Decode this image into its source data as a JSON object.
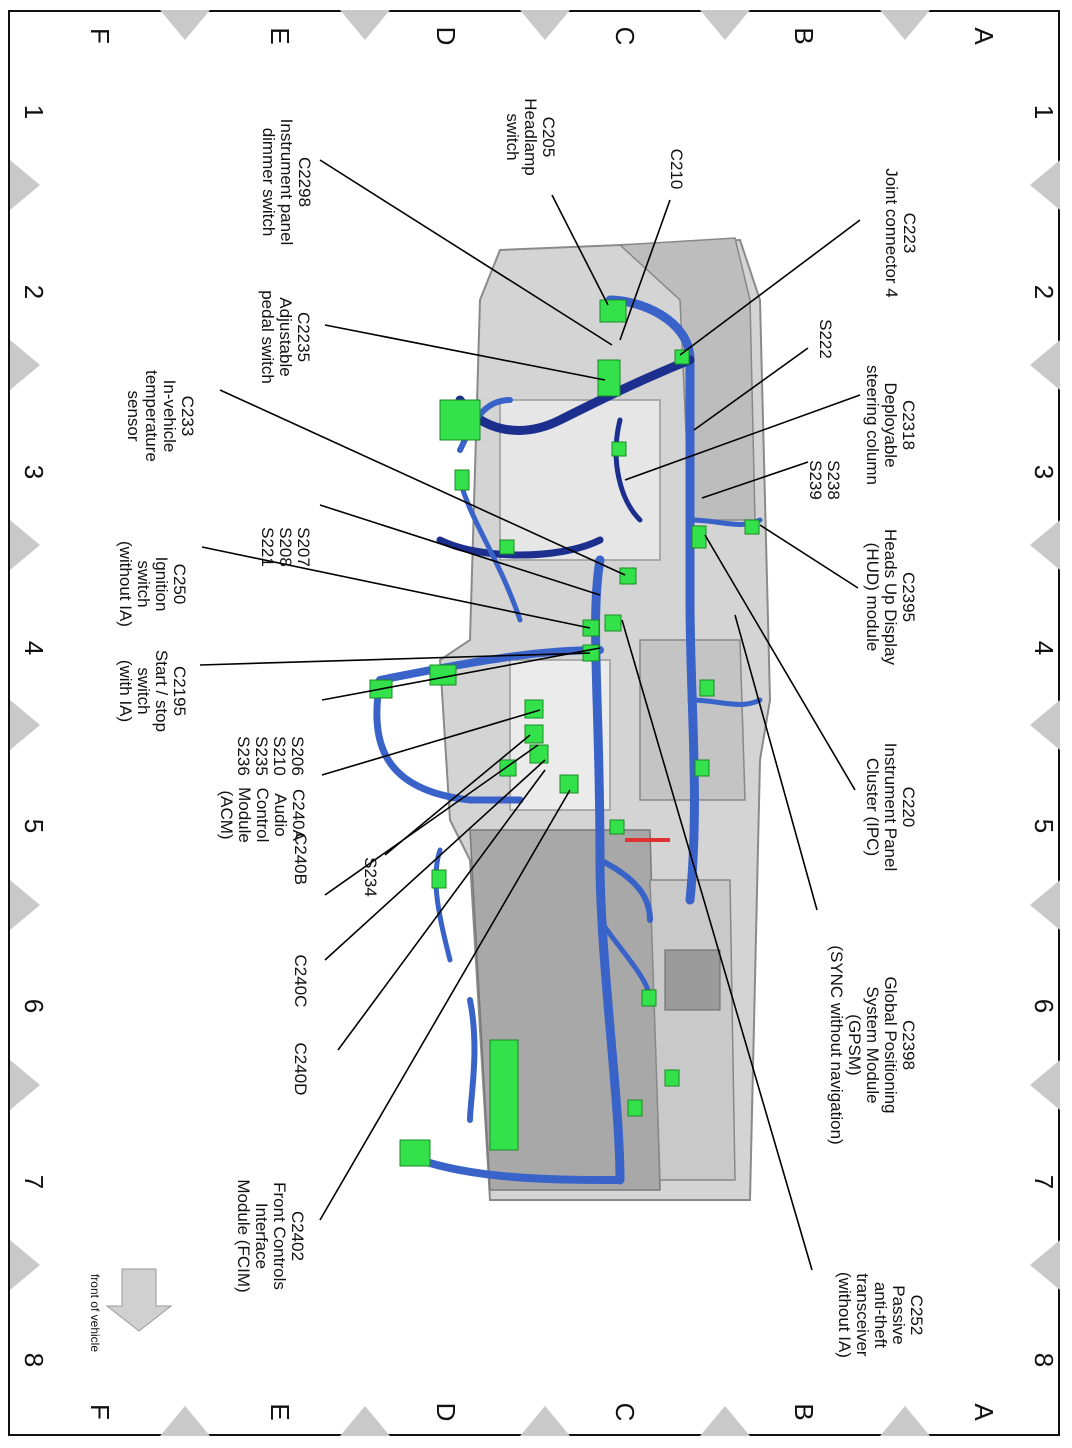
{
  "grid": {
    "rows": [
      "A",
      "B",
      "C",
      "D",
      "E",
      "F"
    ],
    "columns": [
      "1",
      "2",
      "3",
      "4",
      "5",
      "6",
      "7",
      "8"
    ]
  },
  "callouts": [
    {
      "id": "c223",
      "text": "C223\nJoint connector 4"
    },
    {
      "id": "c2318",
      "text": "C2318\nDeployable\nsteering column"
    },
    {
      "id": "s222",
      "text": "S222"
    },
    {
      "id": "s238",
      "text": "S238\nS239"
    },
    {
      "id": "c2395",
      "text": "C2395\nHeads Up Display\n(HUD) module"
    },
    {
      "id": "c220",
      "text": "C220\nInstrument Panel\nCluster (IPC)"
    },
    {
      "id": "c2398",
      "text": "C2398\nGlobal Positioning\nSystem Module\n(GPSM)\n(SYNC without navigation)"
    },
    {
      "id": "c252",
      "text": "C252\nPassive\nanti-theft\ntransceiver\n(without IA)"
    },
    {
      "id": "c205",
      "text": "C205\nHeadlamp\nswitch"
    },
    {
      "id": "c210",
      "text": "C210"
    },
    {
      "id": "c2298",
      "text": "C2298\nInstrument panel\ndimmer switch"
    },
    {
      "id": "c2235",
      "text": "C2235\nAdjustable\npedal switch"
    },
    {
      "id": "c233",
      "text": "C233\nIn-vehicle\ntemperature\nsensor"
    },
    {
      "id": "s207",
      "text": "S207\nS208\nS221"
    },
    {
      "id": "c250",
      "text": "C250\nIgnition\nswitch\n(without IA)"
    },
    {
      "id": "c2195",
      "text": "C2195\nStart / stop\nswitch\n(with IA)"
    },
    {
      "id": "s206",
      "text": "S206\nS210\nS235\nS236"
    },
    {
      "id": "c240a",
      "text": "C240A\nAudio\nControl\nModule\n(ACM)"
    },
    {
      "id": "s234",
      "text": "S234"
    },
    {
      "id": "c240b",
      "text": "C240B"
    },
    {
      "id": "c240c",
      "text": "C240C"
    },
    {
      "id": "c240d",
      "text": "C240D"
    },
    {
      "id": "c2402",
      "text": "C2402\nFront Controls\nInterface\nModule (FCIM)"
    }
  ],
  "front_arrow": {
    "label": "front of vehicle"
  },
  "colors": {
    "harness": "#3a63c9",
    "harness_dark": "#1c2f8f",
    "connector": "#33e24a",
    "body": "#b9b9b9",
    "leader": "#000000"
  }
}
